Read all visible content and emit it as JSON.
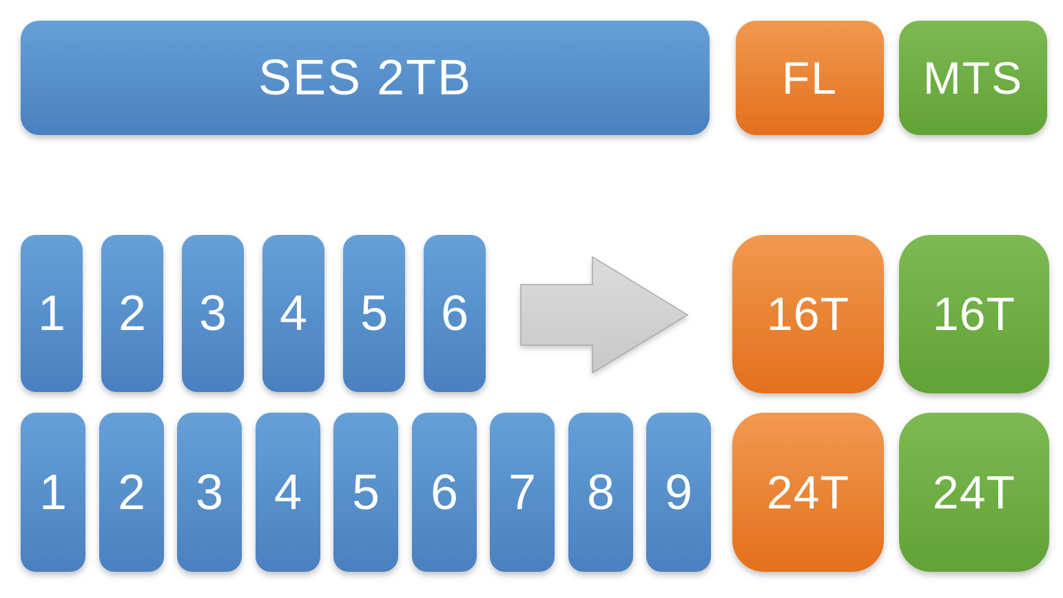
{
  "colors": {
    "blue_top": "#66a0d8",
    "blue_bottom": "#4a80bf",
    "orange_top": "#f1994f",
    "orange_bottom": "#e3701c",
    "green_top": "#7cba52",
    "green_bottom": "#61a236",
    "arrow_top": "#dcdcdc",
    "arrow_bottom": "#c8c8c8",
    "arrow_border": "#aaaaaa",
    "text": "#ffffff",
    "background": "#ffffff"
  },
  "header": {
    "ses_label": "SES 2TB",
    "fl_label": "FL",
    "mts_label": "MTS"
  },
  "row_16": {
    "slots": [
      "1",
      "2",
      "3",
      "4",
      "5",
      "6"
    ],
    "fl_capacity": "16T",
    "mts_capacity": "16T"
  },
  "row_24": {
    "slots": [
      "1",
      "2",
      "3",
      "4",
      "5",
      "6",
      "7",
      "8",
      "9"
    ],
    "fl_capacity": "24T",
    "mts_capacity": "24T"
  },
  "arrow": {
    "direction": "right"
  }
}
